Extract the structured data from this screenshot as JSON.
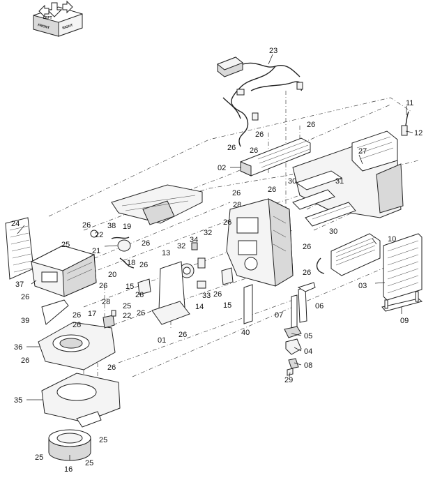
{
  "orientation_badge": {
    "front": "FRONT",
    "left": "LEFT",
    "right": "RIGHT"
  },
  "callouts": [
    "23",
    "11",
    "12",
    "26",
    "26",
    "27",
    "26",
    "02",
    "26",
    "26",
    "26",
    "30",
    "31",
    "28",
    "26",
    "30",
    "10",
    "24",
    "26",
    "32",
    "25",
    "22",
    "38",
    "19",
    "26",
    "21",
    "13",
    "32",
    "34",
    "18",
    "20",
    "26",
    "26",
    "26",
    "26",
    "03",
    "37",
    "26",
    "15",
    "15",
    "26",
    "14",
    "33",
    "26",
    "28",
    "26",
    "25",
    "22",
    "26",
    "26",
    "17",
    "39",
    "07",
    "06",
    "09",
    "36",
    "26",
    "26",
    "01",
    "26",
    "40",
    "05",
    "04",
    "08",
    "29",
    "35",
    "25",
    "16",
    "25",
    "25"
  ]
}
